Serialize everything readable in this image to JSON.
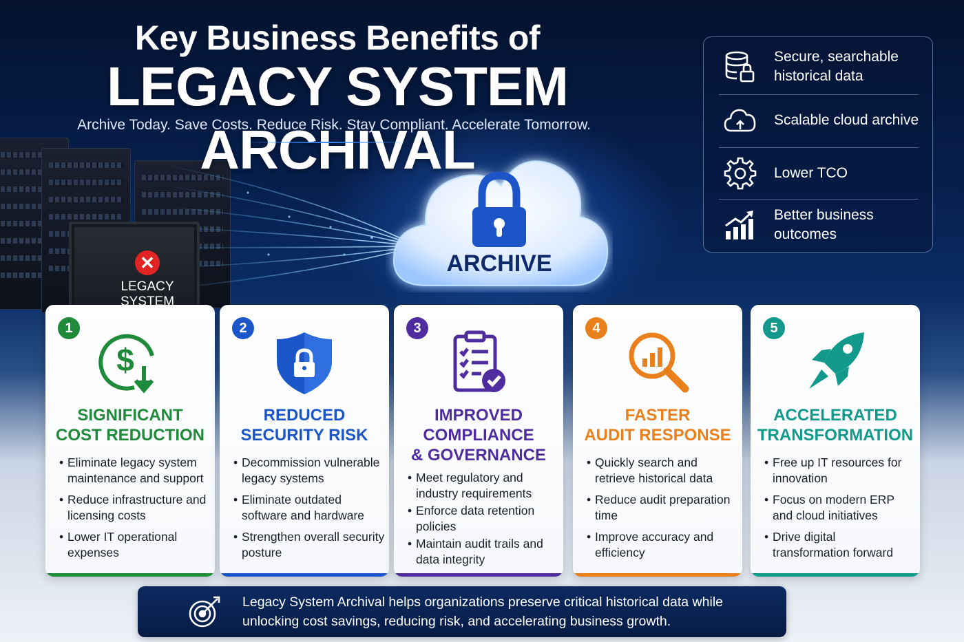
{
  "header": {
    "title_top": "Key Business Benefits of",
    "title_main": "LEGACY SYSTEM ARCHIVAL",
    "subtitle": "Archive Today. Save Costs. Reduce Risk. Stay Compliant. Accelerate Tomorrow."
  },
  "legacy": {
    "line1": "LEGACY",
    "line2": "SYSTEM"
  },
  "archive": {
    "label": "ARCHIVE"
  },
  "panel": {
    "items": [
      {
        "icon": "database-lock-icon",
        "label": "Secure, searchable historical data"
      },
      {
        "icon": "cloud-upload-icon",
        "label": "Scalable cloud archive"
      },
      {
        "icon": "gear-icon",
        "label": "Lower TCO"
      },
      {
        "icon": "growth-chart-icon",
        "label": "Better business outcomes"
      }
    ]
  },
  "cards": [
    {
      "number": "1",
      "color": "#1f8a3a",
      "icon": "dollar-down-icon",
      "title_line1": "SIGNIFICANT",
      "title_line2": "COST REDUCTION",
      "bullets": [
        "Eliminate legacy system maintenance and support",
        "Reduce infrastructure and licensing costs",
        "Lower IT operational expenses"
      ]
    },
    {
      "number": "2",
      "color": "#1b56c9",
      "icon": "shield-lock-icon",
      "title_line1": "REDUCED",
      "title_line2": "SECURITY RISK",
      "bullets": [
        "Decommission vulnerable legacy systems",
        "Eliminate outdated software and hardware",
        "Strengthen overall security posture"
      ]
    },
    {
      "number": "3",
      "color": "#4f2d9e",
      "icon": "clipboard-check-icon",
      "title_line1": "IMPROVED",
      "title_line2": "COMPLIANCE",
      "title_line3": "& GOVERNANCE",
      "bullets": [
        "Meet regulatory and industry requirements",
        "Enforce data retention policies",
        "Maintain audit trails and data integrity"
      ]
    },
    {
      "number": "4",
      "color": "#e9801b",
      "icon": "magnifier-chart-icon",
      "title_line1": "FASTER",
      "title_line2": "AUDIT RESPONSE",
      "bullets": [
        "Quickly search and retrieve historical data",
        "Reduce audit preparation time",
        "Improve accuracy and efficiency"
      ]
    },
    {
      "number": "5",
      "color": "#13998c",
      "icon": "rocket-icon",
      "title_line1": "ACCELERATED",
      "title_line2": "TRANSFORMATION",
      "bullets": [
        "Free up IT resources for innovation",
        "Focus on modern ERP and cloud initiatives",
        "Drive digital transformation forward"
      ]
    }
  ],
  "banner": {
    "icon": "target-icon",
    "text": "Legacy System Archival helps organizations preserve critical historical data while unlocking cost savings, reducing risk, and accelerating business growth."
  }
}
